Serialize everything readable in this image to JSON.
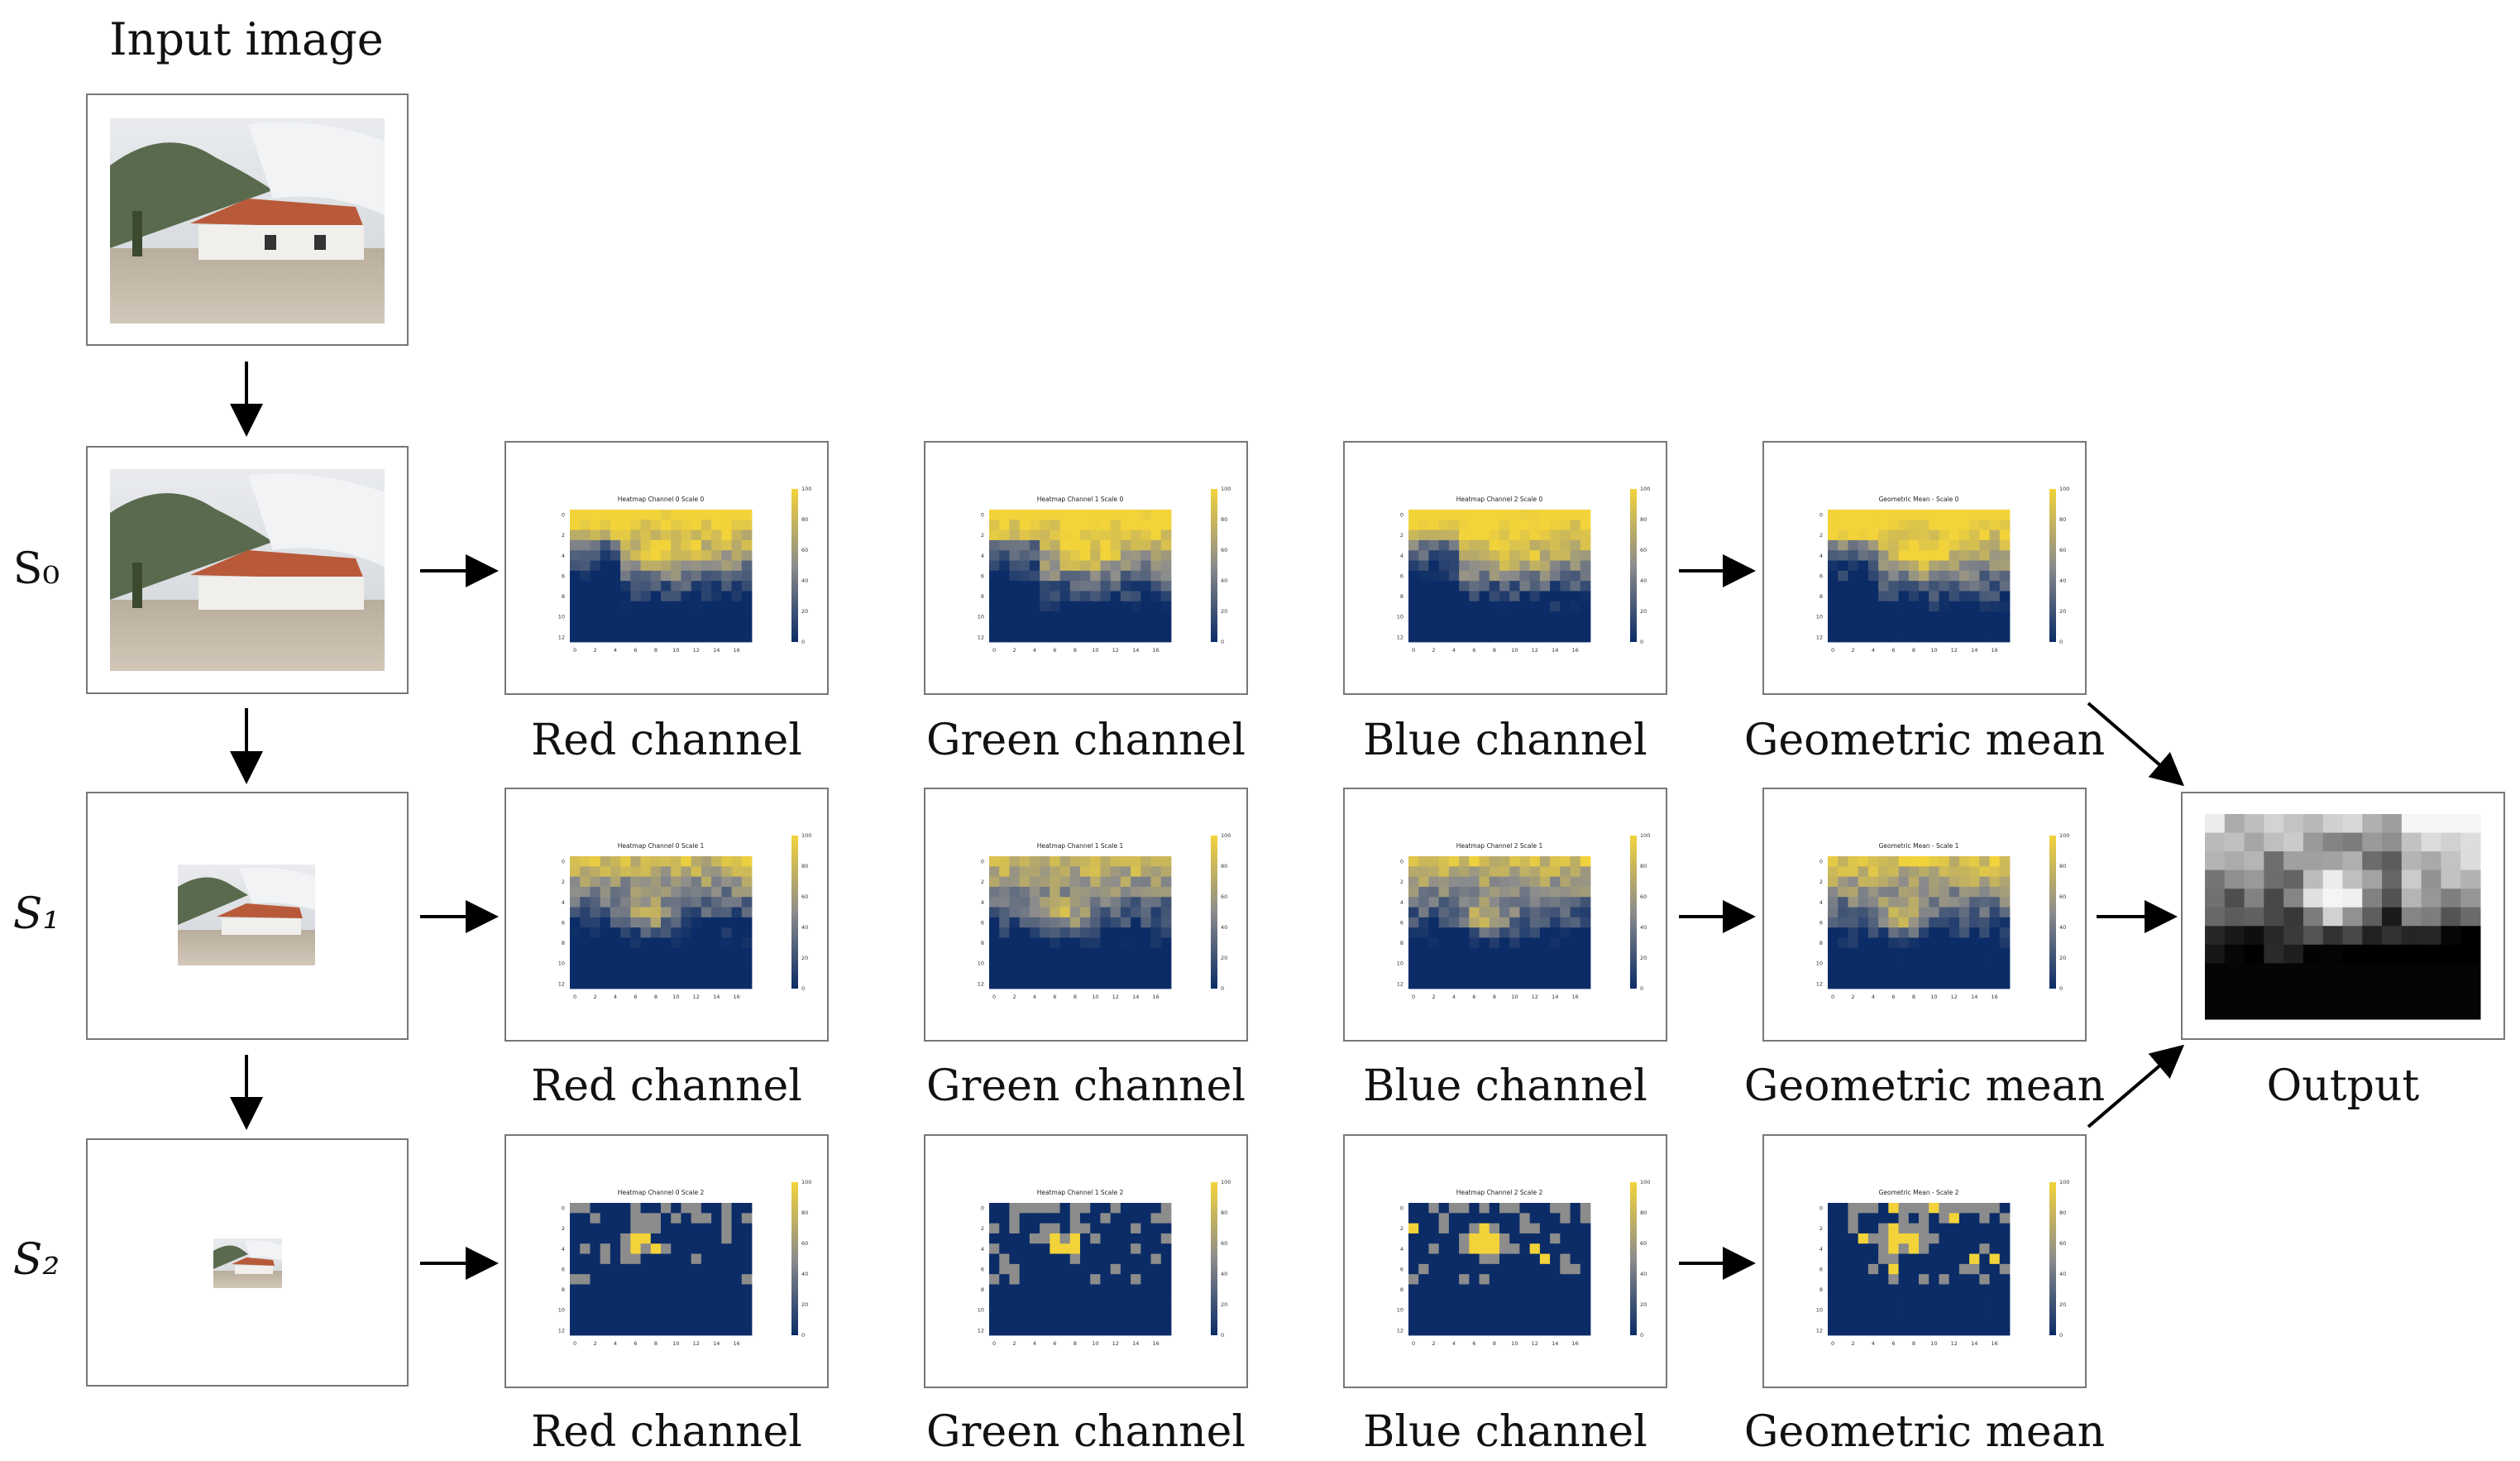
{
  "title": "Input image",
  "scales": [
    "S₀",
    "S₁",
    "S₂"
  ],
  "captions": {
    "red": "Red channel",
    "green": "Green channel",
    "blue": "Blue channel",
    "geo": "Geometric mean",
    "output": "Output"
  },
  "heatmap_titles": [
    [
      "Heatmap Channel 0 Scale 0",
      "Heatmap Channel 1 Scale 0",
      "Heatmap Channel 2 Scale 0",
      "Geometric Mean - Scale 0"
    ],
    [
      "Heatmap Channel 0 Scale 1",
      "Heatmap Channel 1 Scale 1",
      "Heatmap Channel 2 Scale 1",
      "Geometric Mean - Scale 1"
    ],
    [
      "Heatmap Channel 0 Scale 2",
      "Heatmap Channel 1 Scale 2",
      "Heatmap Channel 2 Scale 2",
      "Geometric Mean - Scale 2"
    ]
  ],
  "heatmap_axis": {
    "xticks": [
      "0",
      "2",
      "4",
      "6",
      "8",
      "10",
      "12",
      "14",
      "16"
    ],
    "yticks": [
      "0",
      "2",
      "4",
      "6",
      "8",
      "10",
      "12"
    ],
    "colorbar_ticks": [
      "0",
      "20",
      "40",
      "60",
      "80",
      "100"
    ]
  },
  "colors": {
    "heat_low": "#0b2c66",
    "heat_mid": "#8c8c8c",
    "heat_high": "#f2d33a",
    "frame": "#777777",
    "arrow": "#000000"
  }
}
